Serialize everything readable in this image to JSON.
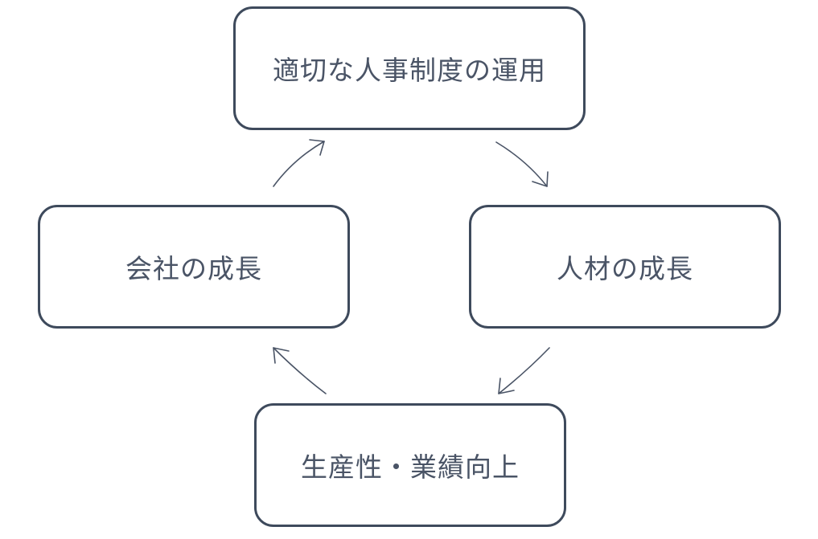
{
  "diagram": {
    "type": "cycle",
    "nodes": [
      {
        "id": "top",
        "label": "適切な人事制度の運用"
      },
      {
        "id": "right",
        "label": "人材の成長"
      },
      {
        "id": "bottom",
        "label": "生産性・業績向上"
      },
      {
        "id": "left",
        "label": "会社の成長"
      }
    ],
    "edges": [
      {
        "from": "top",
        "to": "right"
      },
      {
        "from": "right",
        "to": "bottom"
      },
      {
        "from": "bottom",
        "to": "left"
      },
      {
        "from": "left",
        "to": "top"
      }
    ],
    "colors": {
      "border": "#3e4a5c",
      "text": "#4a5466",
      "arrow": "#4a5466",
      "background": "#ffffff"
    }
  }
}
